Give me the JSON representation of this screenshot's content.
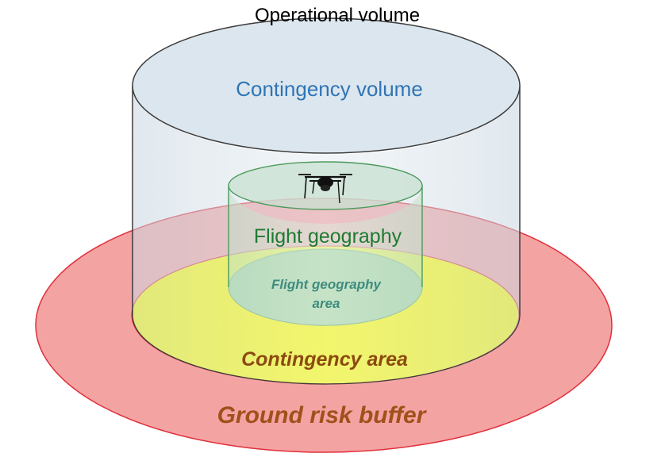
{
  "labels": {
    "operational_volume": "Operational volume",
    "contingency_volume": "Contingency volume",
    "flight_geography": "Flight geography",
    "flight_geography_area_line1": "Flight geography",
    "flight_geography_area_line2": "area",
    "contingency_area": "Contingency area",
    "ground_risk_buffer": "Ground risk buffer"
  },
  "colors": {
    "ground_risk_buffer_fill": "#F4A3A3",
    "ground_risk_buffer_stroke": "#E0303A",
    "contingency_area_fill": "#FFFF00",
    "contingency_volume_fill": "#DCE6EE",
    "contingency_volume_stroke": "#3C3C3C",
    "flight_geography_fill": "#8CC97E",
    "flight_geography_stroke": "#4C9A5C",
    "contingency_volume_text": "#2E75B6",
    "flight_geography_text": "#1E7A32",
    "flight_geography_area_text": "#3E8C7E",
    "contingency_area_text": "#8B4A10",
    "ground_risk_buffer_text": "#A0501A"
  },
  "icons": {
    "drone": "quadcopter-drone-icon"
  }
}
